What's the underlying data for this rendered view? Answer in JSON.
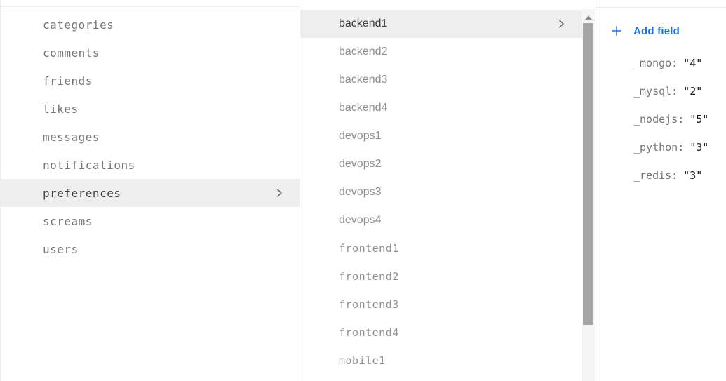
{
  "left_panel": {
    "name": "collections-list",
    "collections": [
      {
        "label": "categories",
        "selected": false
      },
      {
        "label": "comments",
        "selected": false
      },
      {
        "label": "friends",
        "selected": false
      },
      {
        "label": "likes",
        "selected": false
      },
      {
        "label": "messages",
        "selected": false
      },
      {
        "label": "notifications",
        "selected": false
      },
      {
        "label": "preferences",
        "selected": true
      },
      {
        "label": "screams",
        "selected": false
      },
      {
        "label": "users",
        "selected": false
      }
    ]
  },
  "middle_panel": {
    "name": "documents-list",
    "documents": [
      {
        "label": "backend1",
        "selected": true
      },
      {
        "label": "backend2",
        "selected": false
      },
      {
        "label": "backend3",
        "selected": false
      },
      {
        "label": "backend4",
        "selected": false
      },
      {
        "label": "devops1",
        "selected": false
      },
      {
        "label": "devops2",
        "selected": false
      },
      {
        "label": "devops3",
        "selected": false
      },
      {
        "label": "devops4",
        "selected": false
      },
      {
        "label": "frontend1",
        "selected": false
      },
      {
        "label": "frontend2",
        "selected": false
      },
      {
        "label": "frontend3",
        "selected": false
      },
      {
        "label": "frontend4",
        "selected": false
      },
      {
        "label": "mobile1",
        "selected": false
      }
    ],
    "scrollbar": {
      "visible": true,
      "thumb_position": "top"
    }
  },
  "right_panel": {
    "add_field_label": "Add field",
    "fields": [
      {
        "key_label": "_mongo:",
        "value_display": "\"4\""
      },
      {
        "key_label": "_mysql:",
        "value_display": "\"2\""
      },
      {
        "key_label": "_nodejs:",
        "value_display": "\"5\""
      },
      {
        "key_label": "_python:",
        "value_display": "\"3\""
      },
      {
        "key_label": "_redis:",
        "value_display": "\"3\""
      }
    ]
  },
  "icons": {
    "chevron_right": "chevron-right-icon",
    "plus": "plus-icon",
    "scroll_up": "scroll-up-arrow-icon"
  },
  "colors": {
    "accent_blue": "#1a73e8",
    "selected_row_bg": "#eeeeee",
    "list_text_gray": "#8f8f8f",
    "mono_text_gray": "#757575",
    "selected_text": "#3c4043",
    "value_text": "#212121",
    "divider": "#e0e0e0",
    "scroll_thumb": "#a6a6a6",
    "scroll_track": "#f5f5f5"
  }
}
